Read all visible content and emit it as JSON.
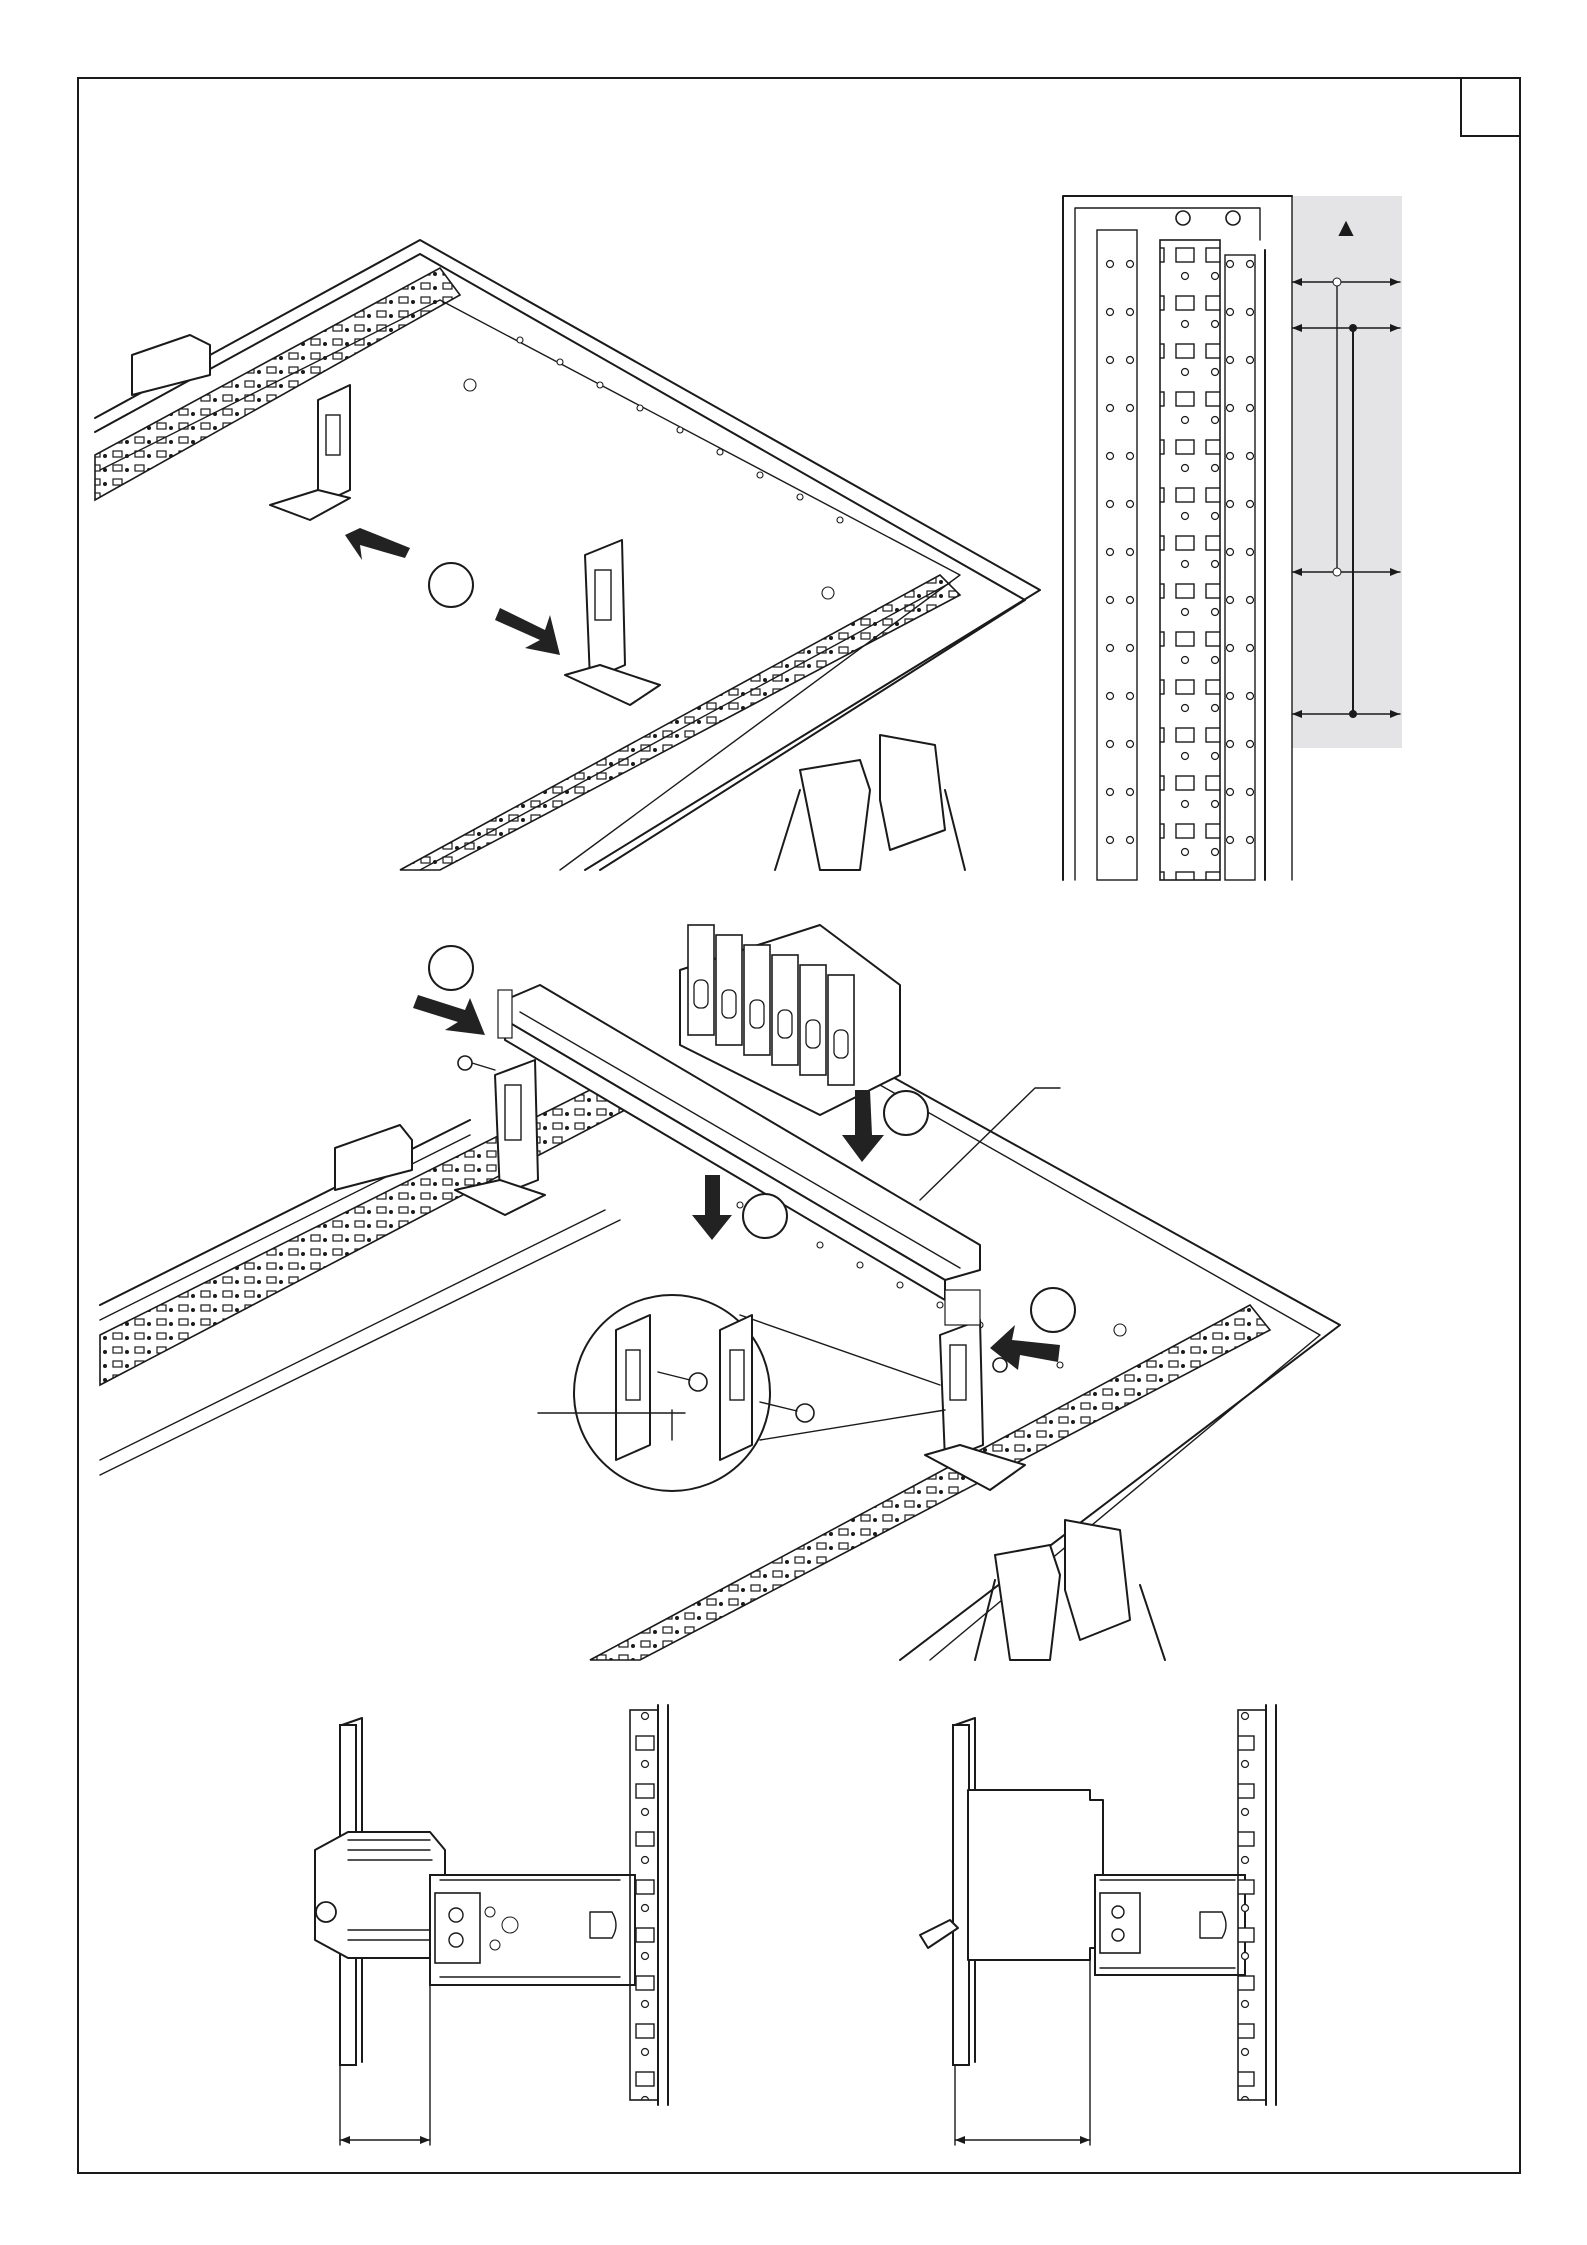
{
  "page": {
    "title": "",
    "note_marker": "▲"
  },
  "step_callouts": [
    "",
    "",
    "",
    "",
    "",
    ""
  ],
  "colors": {
    "line": "#1a1a1a",
    "panel_shade": "#e4e4e6",
    "arrow": "#222222",
    "paper": "#ffffff"
  },
  "icons": [
    "assembly-drawing",
    "mounting-bracket",
    "din-rail",
    "surge-arrester-block",
    "screw",
    "circuit-breaker"
  ]
}
